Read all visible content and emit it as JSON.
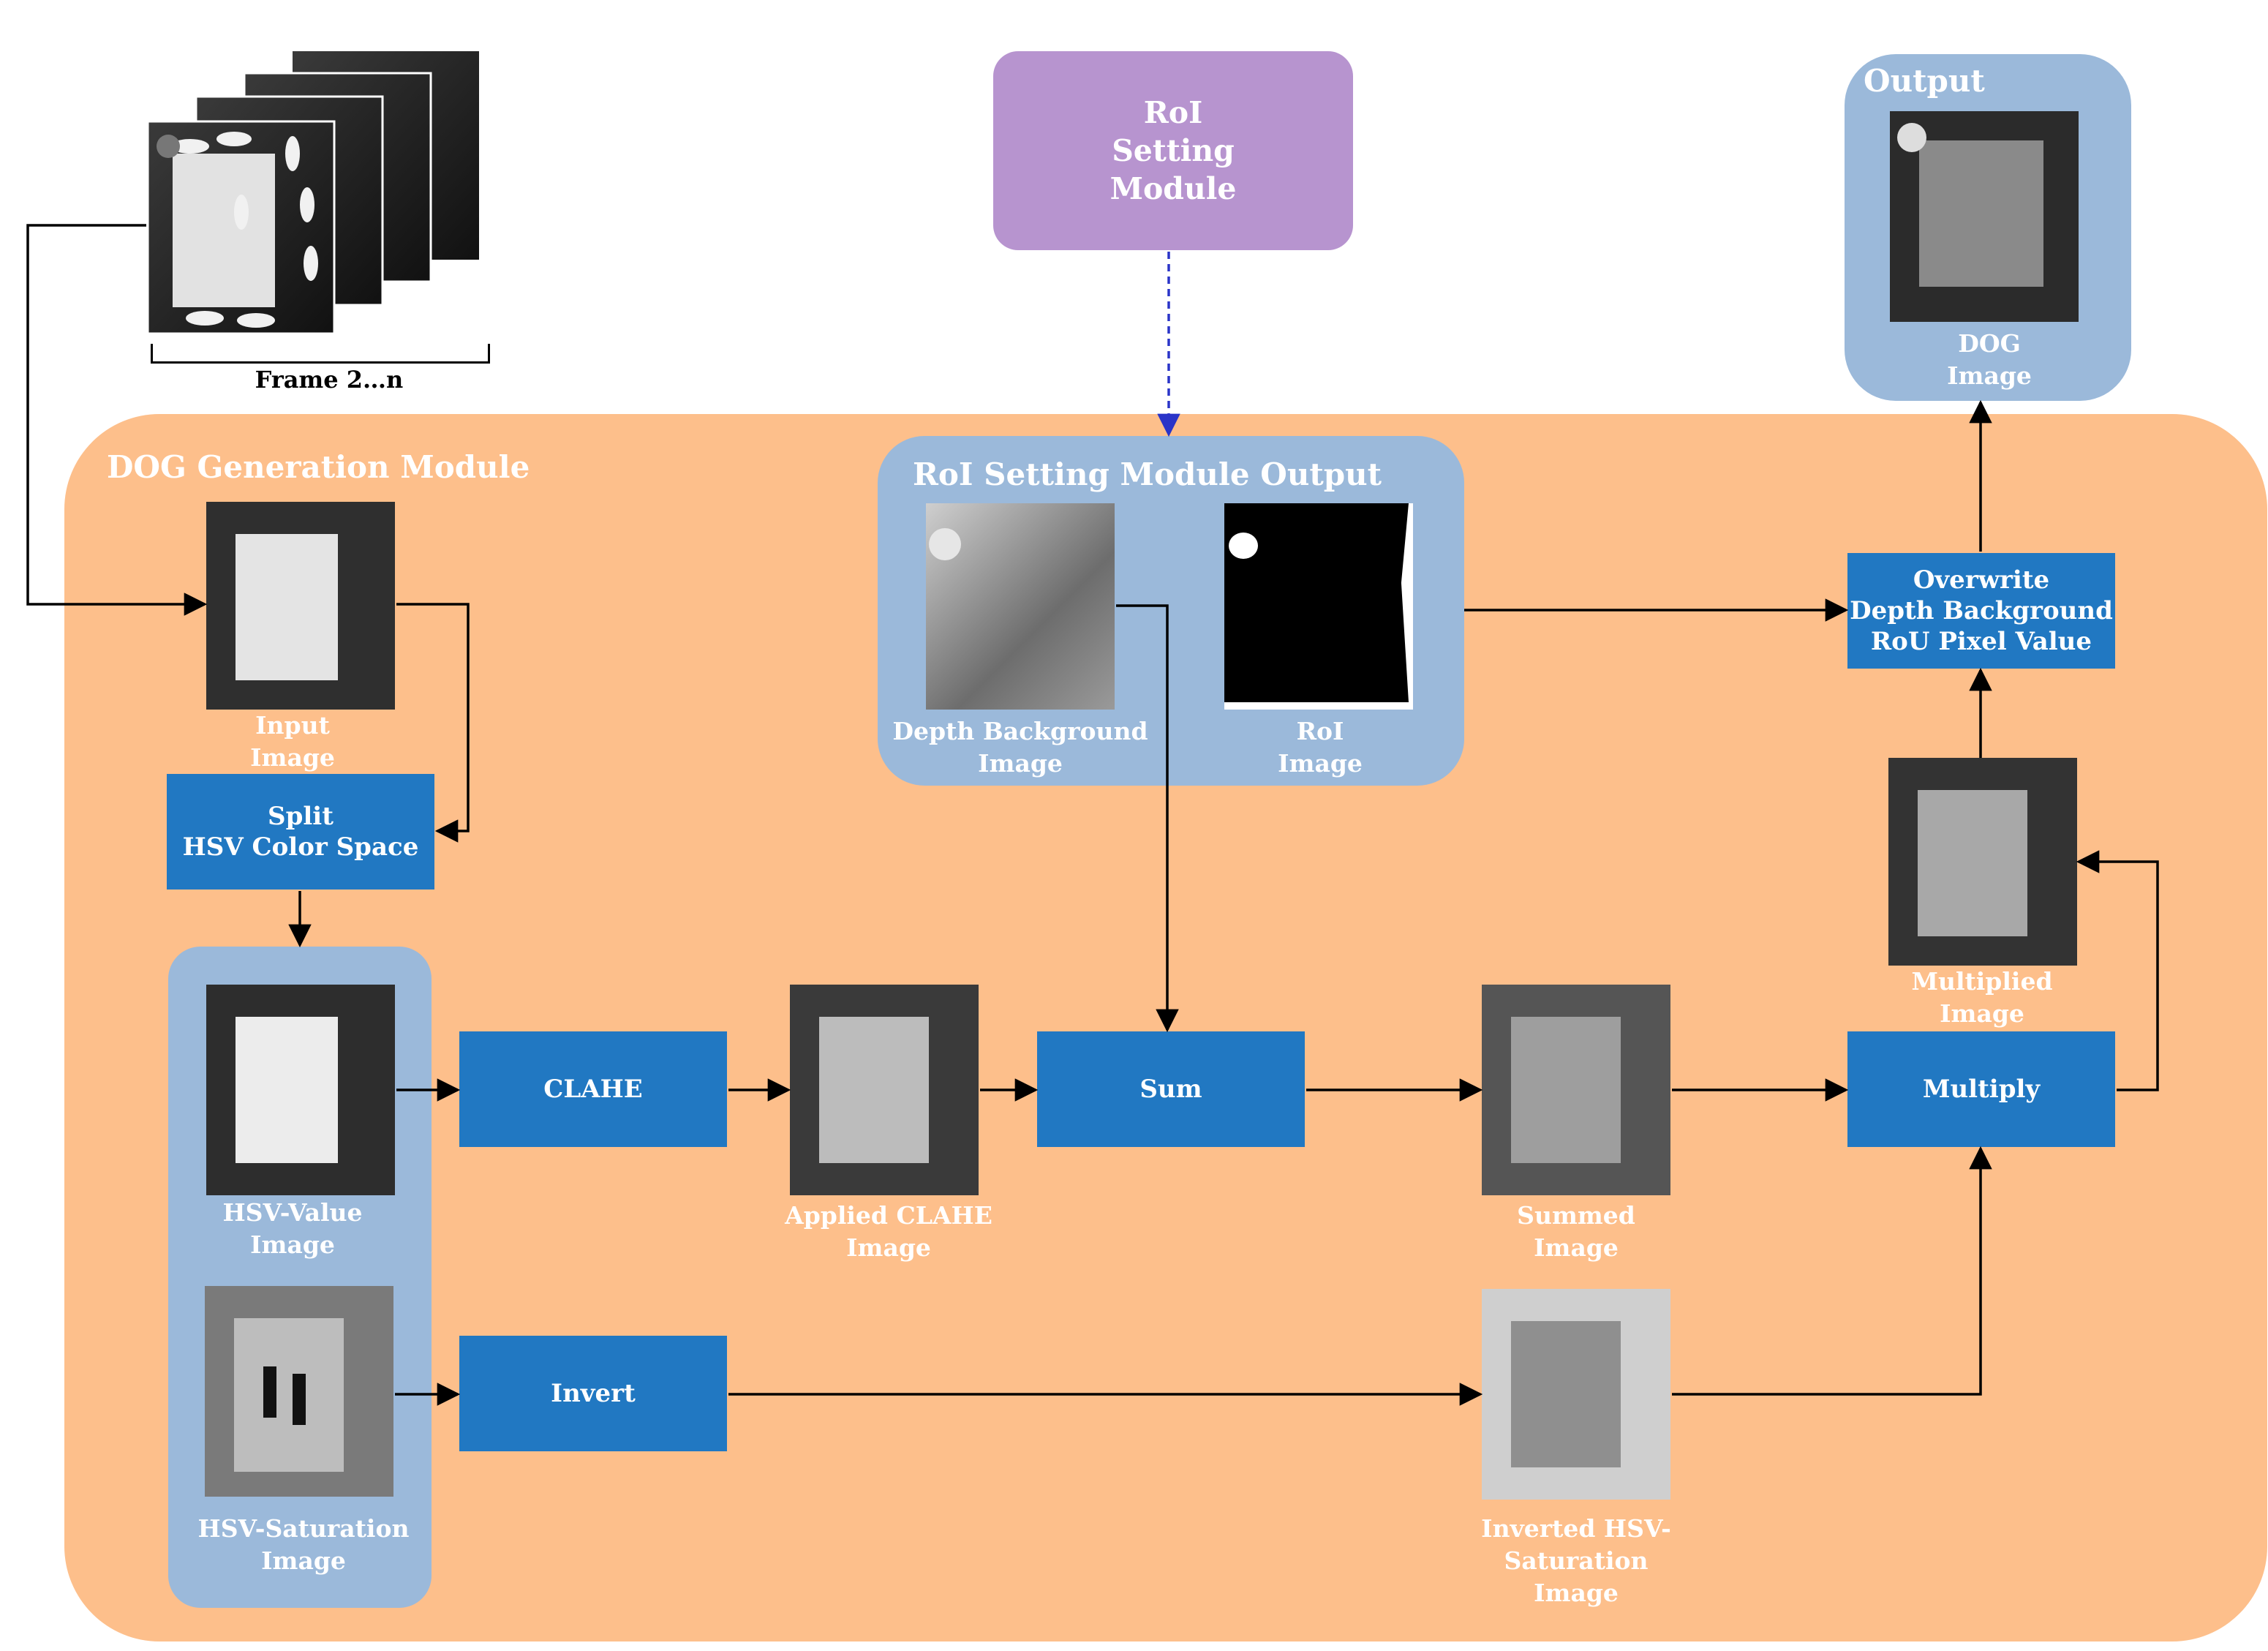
{
  "frame_stack": {
    "label": "Frame 2…n"
  },
  "roi_setting_module": {
    "label": "RoI\nSetting\nModule"
  },
  "output": {
    "title": "Output",
    "image_label": "DOG\nImage"
  },
  "dog_module": {
    "title": "DOG Generation Module"
  },
  "roi_output": {
    "title": "RoI Setting Module Output",
    "depth_label": "Depth Background\nImage",
    "roi_label": "RoI\nImage"
  },
  "images": {
    "input": "Input\nImage",
    "hsv_value": "HSV-Value\nImage",
    "hsv_saturation": "HSV-Saturation\nImage",
    "applied_clahe": "Applied CLAHE\nImage",
    "summed": "Summed\nImage",
    "inverted_saturation": "Inverted HSV-Saturation\nImage",
    "multiplied": "Multiplied\nImage"
  },
  "process": {
    "split_hsv": "Split\nHSV Color Space",
    "clahe": "CLAHE",
    "sum": "Sum",
    "invert": "Invert",
    "multiply": "Multiply",
    "overwrite": "Overwrite\nDepth Background\nRoU Pixel Value"
  },
  "colors": {
    "dog_module_fill": "#fdbf8b",
    "panel_fill": "#9bb9da",
    "process_fill": "#2178c2",
    "roi_module_fill": "#b794cf",
    "dashed_arrow": "#2a34c8"
  }
}
